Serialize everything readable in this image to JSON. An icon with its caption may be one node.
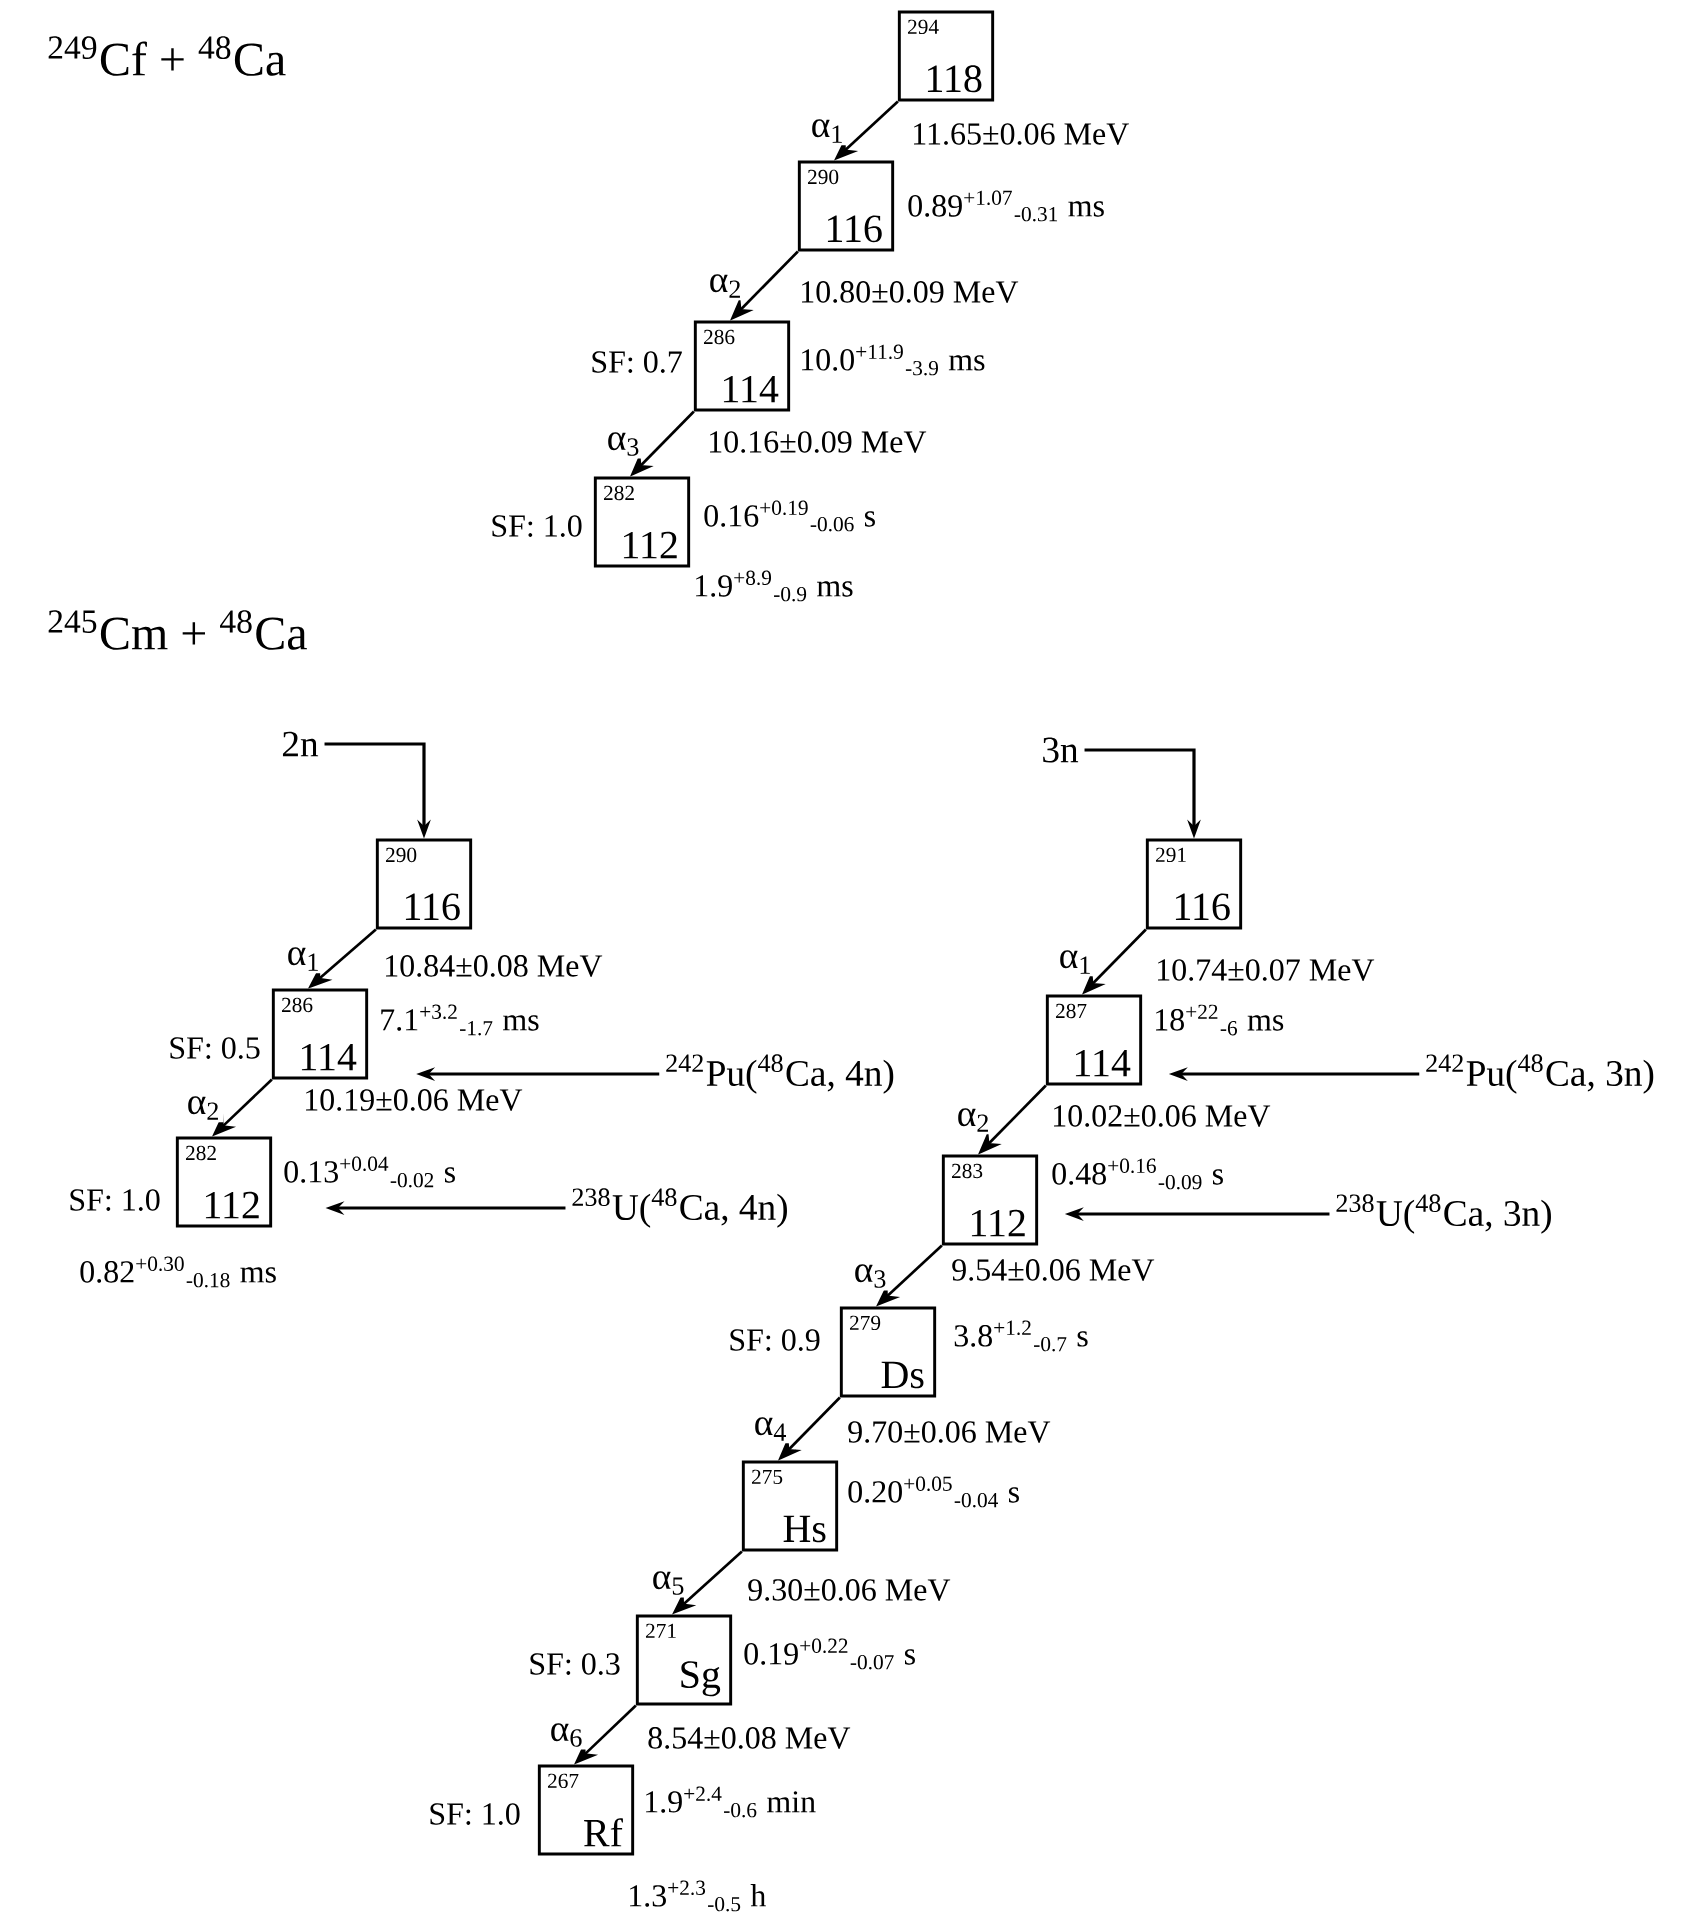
{
  "diagram": {
    "nodes": [
      {
        "text": [
          "294",
          "118"
        ],
        "beside": [
          "11.65±0.06 MeV"
        ]
      },
      {
        "text": [
          "290",
          "116"
        ],
        "beside": [
          "0.89$^{+1.07}$$_{-0.31}$ ms",
          "10.80±0.09 MeV"
        ]
      },
      {
        "text": [
          "286",
          "114"
        ],
        "beside": [
          "SF: 0.7",
          "10.0$^{+11.9}$$_{-3.9}$ ms",
          "10.16±0.09 MeV"
        ]
      },
      {
        "text": [
          "282",
          "112"
        ],
        "beside": [
          "SF: 1.0",
          "0.16$^{+0.19}$$_{-0.06}$ s",
          "1.9$^{+8.9}$$_{-0.9}$ ms"
        ]
      },
      {
        "text": [
          "2n"
        ]
      },
      {
        "text": [
          "290",
          "116"
        ],
        "beside": [
          "10.84±0.08 MeV"
        ]
      },
      {
        "text": [
          "286",
          "114"
        ],
        "beside": [
          "SF: 0.5",
          "7.1$^{+3.2}$$_{-1.7}$ ms",
          "10.19±0.06 MeV"
        ]
      },
      {
        "text": [
          "282",
          "112"
        ],
        "beside": [
          "SF: 1.0",
          "0.13$^{+0.04}$$_{-0.02}$ s",
          "0.82$^{+0.30}$$_{-0.18}$ ms"
        ]
      },
      {
        "text": [
          "$^{242}$Pu($^{48}$Ca, 4n)"
        ]
      },
      {
        "text": [
          "$^{238}$U($^{48}$Ca, 4n)"
        ]
      },
      {
        "text": [
          "3n"
        ]
      },
      {
        "text": [
          "291",
          "116"
        ],
        "beside": [
          "10.74±0.07 MeV"
        ]
      },
      {
        "text": [
          "287",
          "114"
        ],
        "beside": [
          "18$^{+22}$$_{-6}$ ms",
          "10.02±0.06 MeV"
        ]
      },
      {
        "text": [
          "283",
          "112"
        ],
        "beside": [
          "0.48$^{+0.16}$$_{-0.09}$ s",
          "9.54±0.06 MeV"
        ]
      },
      {
        "text": [
          "279",
          "Ds"
        ],
        "beside": [
          "SF: 0.9",
          "3.8$^{+1.2}$$_{-0.7}$ s",
          "9.70±0.06 MeV"
        ]
      },
      {
        "text": [
          "275",
          "Hs"
        ],
        "beside": [
          "0.20$^{+0.05}$$_{-0.04}$ s",
          "9.30±0.06 MeV"
        ]
      },
      {
        "text": [
          "271",
          "Sg"
        ],
        "beside": [
          "SF: 0.3",
          "0.19$^{+0.22}$$_{-0.07}$ s",
          "8.54±0.08 MeV"
        ]
      },
      {
        "text": [
          "267",
          "Rf"
        ],
        "beside": [
          "SF: 1.0",
          "1.9$^{+2.4}$$_{-0.6}$ min",
          "1.3$^{+2.3}$$_{-0.5}$ h"
        ]
      },
      {
        "text": [
          "$^{242}$Pu($^{48}$Ca, 3n)"
        ]
      },
      {
        "text": [
          "$^{238}$U($^{48}$Ca, 3n)"
        ]
      }
    ],
    "edges": [
      {
        "from": 0,
        "to": 1,
        "arrow": "to",
        "label": "α$_{1}$"
      },
      {
        "from": 1,
        "to": 2,
        "arrow": "to",
        "label": "α$_{2}$"
      },
      {
        "from": 2,
        "to": 3,
        "arrow": "to",
        "label": "α$_{3}$"
      },
      {
        "from": 4,
        "to": 5,
        "arrow": "to"
      },
      {
        "from": 5,
        "to": 6,
        "arrow": "to",
        "label": "α$_{1}$"
      },
      {
        "from": 6,
        "to": 7,
        "arrow": "to",
        "label": "α$_{2}$"
      },
      {
        "from": 8,
        "to": 6,
        "arrow": "to"
      },
      {
        "from": 9,
        "to": 7,
        "arrow": "to"
      },
      {
        "from": 10,
        "to": 11,
        "arrow": "to"
      },
      {
        "from": 11,
        "to": 12,
        "arrow": "to",
        "label": "α$_{1}$"
      },
      {
        "from": 12,
        "to": 13,
        "arrow": "to",
        "label": "α$_{2}$"
      },
      {
        "from": 13,
        "to": 14,
        "arrow": "to",
        "label": "α$_{3}$"
      },
      {
        "from": 14,
        "to": 15,
        "arrow": "to",
        "label": "α$_{4}$"
      },
      {
        "from": 15,
        "to": 16,
        "arrow": "to",
        "label": "α$_{5}$"
      },
      {
        "from": 16,
        "to": 17,
        "arrow": "to",
        "label": "α$_{6}$"
      },
      {
        "from": 18,
        "to": 12,
        "arrow": "to"
      },
      {
        "from": 19,
        "to": 13,
        "arrow": "to"
      }
    ],
    "labels": [
      "$^{249}$Cf + $^{48}$Ca",
      "$^{245}$Cm + $^{48}$Ca"
    ]
  }
}
